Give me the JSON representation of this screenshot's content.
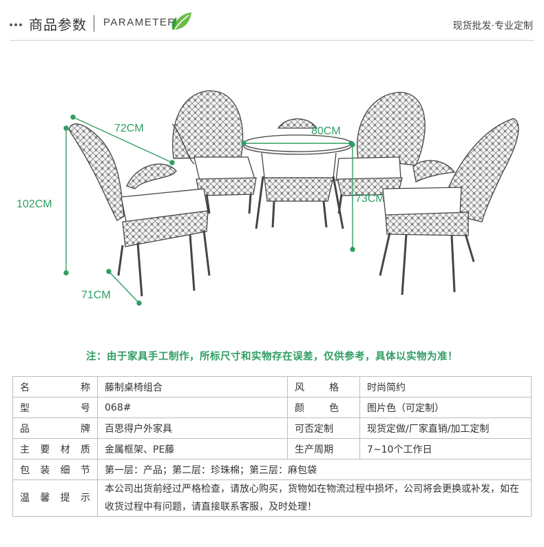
{
  "header": {
    "title_cn": "商品参数",
    "title_en": "PARAMETER",
    "right_text": "现货批发·专业定制",
    "leaf_icon": "leaf-icon",
    "accent": "#6abd45"
  },
  "dimensions": {
    "width_label": "72CM",
    "height_label": "102CM",
    "depth_label": "71CM",
    "table_diameter_label": "80CM",
    "table_height_label": "73CM",
    "color": "#2f9e63"
  },
  "note": "注：由于家具手工制作，所标尺寸和实物存在误差，仅供参考，具体以实物为准！",
  "spec": {
    "rows": [
      {
        "k": "名称",
        "v": "藤制桌椅组合",
        "k2": "风格",
        "v2": "时尚简约"
      },
      {
        "k": "型号",
        "v": "068#",
        "k2": "颜色",
        "v2": "图片色（可定制）"
      },
      {
        "k": "品牌",
        "v": "百思得户外家具",
        "k2": "可否定制",
        "v2": "现货定做/厂家直销/加工定制"
      },
      {
        "k": "主要材质",
        "v": "金属框架、PE藤",
        "k2": "生产周期",
        "v2": "7~10个工作日"
      }
    ],
    "packing": {
      "k": "包装细节",
      "v": "第一层：产品；第二层：珍珠棉；第三层：麻包袋"
    },
    "tips": {
      "k": "温馨提示",
      "v": "本公司出货前经过严格检查，请放心购买，货物如在物流过程中损坏，公司将会更换或补发，如在收货过程中有问题，请直接联系客服，及时处理！"
    }
  }
}
